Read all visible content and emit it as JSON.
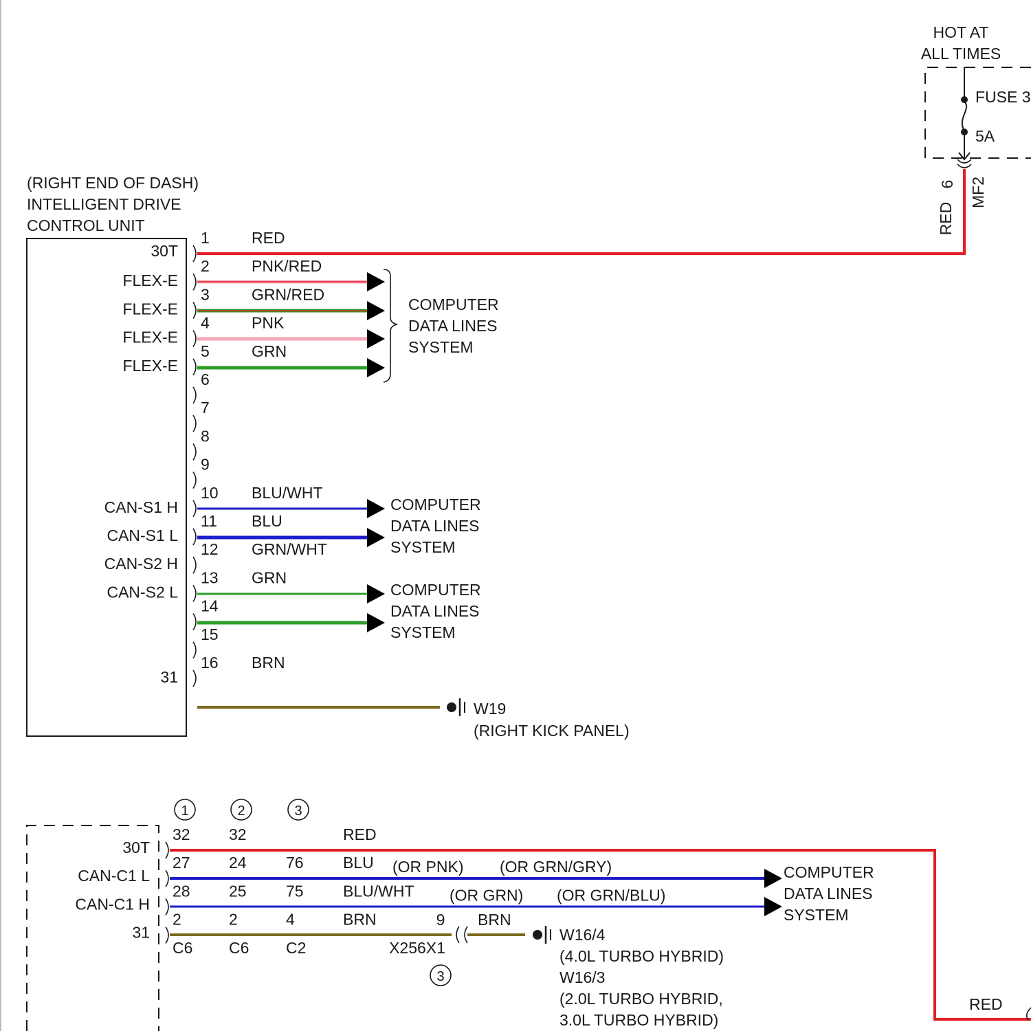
{
  "colors": {
    "red": "#e31e24",
    "pink": "#f4a6b7",
    "green": "#2e9e2a",
    "blue": "#1c1cc8",
    "brown": "#7a6b1e",
    "ink": "#1a1a1a"
  },
  "power": {
    "hot_line1": "HOT AT",
    "hot_line2": "ALL TIMES",
    "fuse_label": "FUSE 3",
    "fuse_rating": "5A",
    "connector_pin": "6",
    "connector_name": "MF2",
    "wire_color": "RED"
  },
  "idcu": {
    "location": "(RIGHT END OF DASH)",
    "name_line1": "INTELLIGENT DRIVE",
    "name_line2": "CONTROL UNIT",
    "pins": [
      {
        "pin": "1",
        "terminal": "30T",
        "wire": "RED"
      },
      {
        "pin": "2",
        "terminal": "FLEX-E",
        "wire": "PNK/RED"
      },
      {
        "pin": "3",
        "terminal": "FLEX-E",
        "wire": "GRN/RED"
      },
      {
        "pin": "4",
        "terminal": "FLEX-E",
        "wire": "PNK"
      },
      {
        "pin": "5",
        "terminal": "FLEX-E",
        "wire": "GRN"
      },
      {
        "pin": "6",
        "terminal": "",
        "wire": ""
      },
      {
        "pin": "7",
        "terminal": "",
        "wire": ""
      },
      {
        "pin": "8",
        "terminal": "",
        "wire": ""
      },
      {
        "pin": "9",
        "terminal": "",
        "wire": ""
      },
      {
        "pin": "10",
        "terminal": "CAN-S1 H",
        "wire": "BLU/WHT"
      },
      {
        "pin": "11",
        "terminal": "CAN-S1 L",
        "wire": "BLU"
      },
      {
        "pin": "12",
        "terminal": "CAN-S2 H",
        "wire": "GRN/WHT"
      },
      {
        "pin": "13",
        "terminal": "CAN-S2 L",
        "wire": "GRN"
      },
      {
        "pin": "14",
        "terminal": "",
        "wire": ""
      },
      {
        "pin": "15",
        "terminal": "",
        "wire": ""
      },
      {
        "pin": "16",
        "terminal": "31",
        "wire": "BRN"
      }
    ],
    "dest_line1": "COMPUTER",
    "dest_line2": "DATA LINES",
    "dest_line3": "SYSTEM",
    "ground_name": "W19",
    "ground_location": "(RIGHT KICK PANEL)"
  },
  "lower": {
    "variants": [
      "1",
      "2",
      "3"
    ],
    "rows": [
      {
        "terminal": "30T",
        "p1": "32",
        "p2": "32",
        "p3": "",
        "wire": "RED"
      },
      {
        "terminal": "CAN-C1 L",
        "p1": "27",
        "p2": "24",
        "p3": "76",
        "wire": "BLU",
        "alt1": "(OR PNK)",
        "alt2": "(OR GRN/GRY)"
      },
      {
        "terminal": "CAN-C1 H",
        "p1": "28",
        "p2": "25",
        "p3": "75",
        "wire": "BLU/WHT",
        "alt1": "(OR GRN)",
        "alt2": "(OR GRN/BLU)"
      },
      {
        "terminal": "31",
        "p1": "2",
        "p2": "2",
        "p3": "4",
        "wire": "BRN"
      }
    ],
    "connectors": {
      "c1": "C6",
      "c2": "C6",
      "c3": "C2"
    },
    "inline_pin": "9",
    "inline_wire": "BRN",
    "inline_connector": "X256X1",
    "inline_variant": "3",
    "dest_line1": "COMPUTER",
    "dest_line2": "DATA LINES",
    "dest_line3": "SYSTEM",
    "ground_name1": "W16/4",
    "ground_note1": "(4.0L TURBO HYBRID)",
    "ground_name2": "W16/3",
    "ground_note2a": "(2.0L TURBO HYBRID,",
    "ground_note2b": "3.0L TURBO HYBRID)",
    "right_wire": "RED"
  }
}
